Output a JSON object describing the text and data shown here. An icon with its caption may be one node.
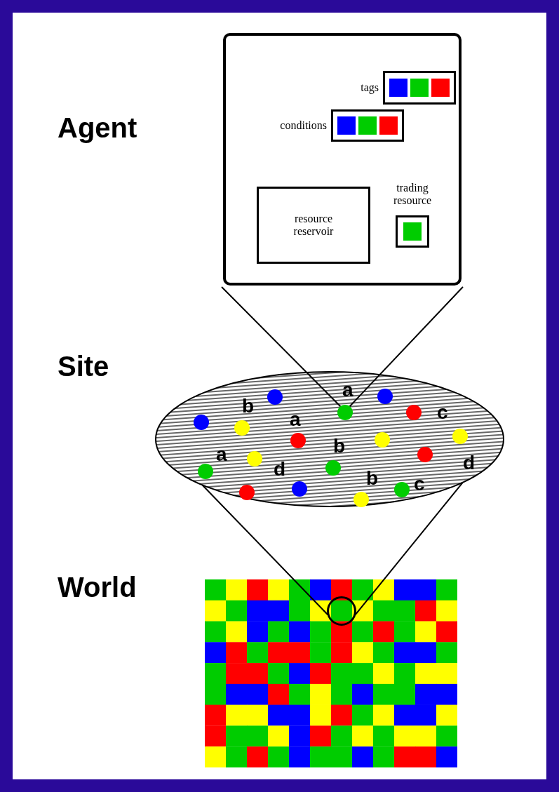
{
  "diagram": {
    "nodes": [
      {
        "text": [],
        "shape": "box",
        "beside": [
          "Agent"
        ]
      },
      {
        "text": [
          "tags"
        ],
        "in": 0
      },
      {
        "text": [
          "conditions"
        ],
        "in": 0
      },
      {
        "text": [
          "resource reservoir"
        ],
        "in": 0
      },
      {
        "text": [
          "trading resource"
        ],
        "in": 0
      },
      {
        "text": [],
        "shape": "ellipse",
        "beside": [
          "Site"
        ]
      },
      {
        "text": [],
        "shape": "circle",
        "in": 5
      },
      {
        "text": [],
        "shape": "grid",
        "beside": [
          "World"
        ]
      },
      {
        "text": [],
        "shape": "circle",
        "in": 7
      }
    ],
    "edges": [
      {
        "from": 0,
        "to": 6,
        "arrow": "none"
      },
      {
        "from": 0,
        "to": 6,
        "arrow": "none"
      },
      {
        "from": 5,
        "to": 8,
        "arrow": "none"
      },
      {
        "from": 5,
        "to": 8,
        "arrow": "none"
      }
    ],
    "labels": [
      "a",
      "b",
      "c",
      "a",
      "b",
      "a",
      "d",
      "d",
      "b",
      "c"
    ]
  }
}
